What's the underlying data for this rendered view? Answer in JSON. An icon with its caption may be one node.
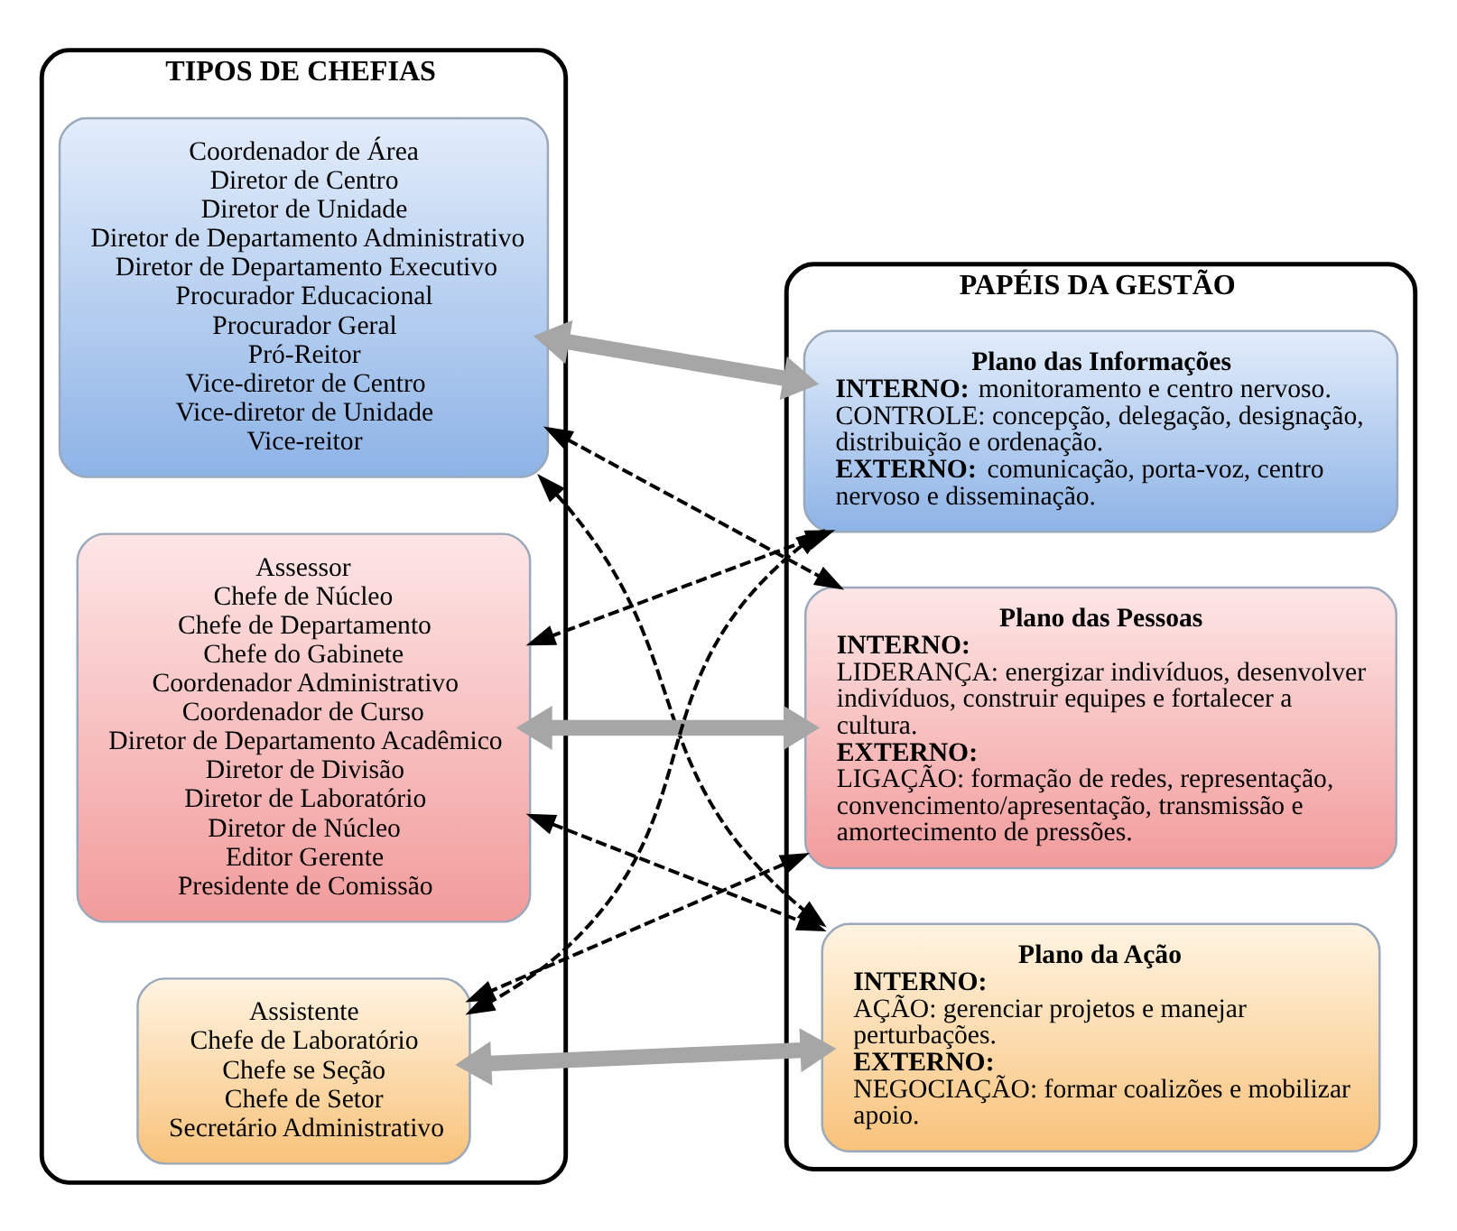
{
  "diagram": {
    "nodes": [
      {
        "text": [
          "TIPOS DE CHEFIAS"
        ]
      },
      {
        "text": [
          "Coordenador de Área",
          "Diretor de Centro",
          "Diretor de Unidade",
          "Diretor de Departamento Administrativo",
          "Diretor de Departamento Executivo",
          "Procurador Educacional",
          "Procurador Geral",
          "Pró-Reitor",
          "Vice-diretor de Centro",
          "Vice-diretor de Unidade",
          "Vice-reitor"
        ],
        "in": 0
      },
      {
        "text": [
          "Assessor",
          "Chefe de Núcleo",
          "Chefe de Departamento",
          "Chefe do Gabinete",
          "Coordenador Administrativo",
          "Coordenador de Curso",
          "Diretor de Departamento Acadêmico",
          "Diretor de Divisão",
          "Diretor de Laboratório",
          "Diretor de Núcleo",
          "Editor Gerente",
          "Presidente de Comissão"
        ],
        "in": 0
      },
      {
        "text": [
          "Assistente",
          "Chefe de Laboratório",
          "Chefe se Seção",
          "Chefe de Setor",
          "Secretário Administrativo"
        ],
        "in": 0
      },
      {
        "text": [
          "PAPÉIS DA GESTÃO"
        ]
      },
      {
        "text": [
          "Plano das Informações",
          "**INTERNO:** monitoramento e centro nervoso.",
          "CONTROLE: concepção, delegação, designação, distribuição e ordenação.",
          "**EXTERNO:** comunicação, porta-voz, centro nervoso e disseminação."
        ],
        "in": 4
      },
      {
        "text": [
          "Plano das Pessoas",
          "**INTERNO:**",
          "LIDERANÇA: energizar indivíduos, desenvolver indivíduos, construir equipes e fortalecer a cultura.",
          "**EXTERNO:**",
          "LIGAÇÃO: formação de redes, representação, convencimento/apresentação, transmissão e amortecimento de pressões."
        ],
        "in": 4
      },
      {
        "text": [
          "Plano da Ação",
          "**INTERNO:**",
          "AÇÃO: gerenciar projetos e manejar perturbações.",
          "**EXTERNO:**",
          "NEGOCIAÇÃO: formar coalizões e mobilizar apoio."
        ],
        "in": 4
      }
    ],
    "edges": [
      {
        "from": 1,
        "to": 5,
        "arrow": "both",
        "style": "thick",
        "color": "#a6a6a6"
      },
      {
        "from": 2,
        "to": 6,
        "arrow": "both",
        "style": "thick",
        "color": "#a6a6a6"
      },
      {
        "from": 3,
        "to": 7,
        "arrow": "both",
        "style": "thick",
        "color": "#a6a6a6"
      },
      {
        "from": 1,
        "to": 6,
        "arrow": "both",
        "style": "dashed"
      },
      {
        "from": 1,
        "to": 7,
        "arrow": "both",
        "style": "dashed"
      },
      {
        "from": 5,
        "to": 2,
        "arrow": "both",
        "style": "dashed"
      },
      {
        "from": 5,
        "to": 3,
        "arrow": "both",
        "style": "dashed"
      },
      {
        "from": 2,
        "to": 7,
        "arrow": "both",
        "style": "dashed"
      },
      {
        "from": 6,
        "to": 3,
        "arrow": "both",
        "style": "dashed"
      }
    ]
  }
}
